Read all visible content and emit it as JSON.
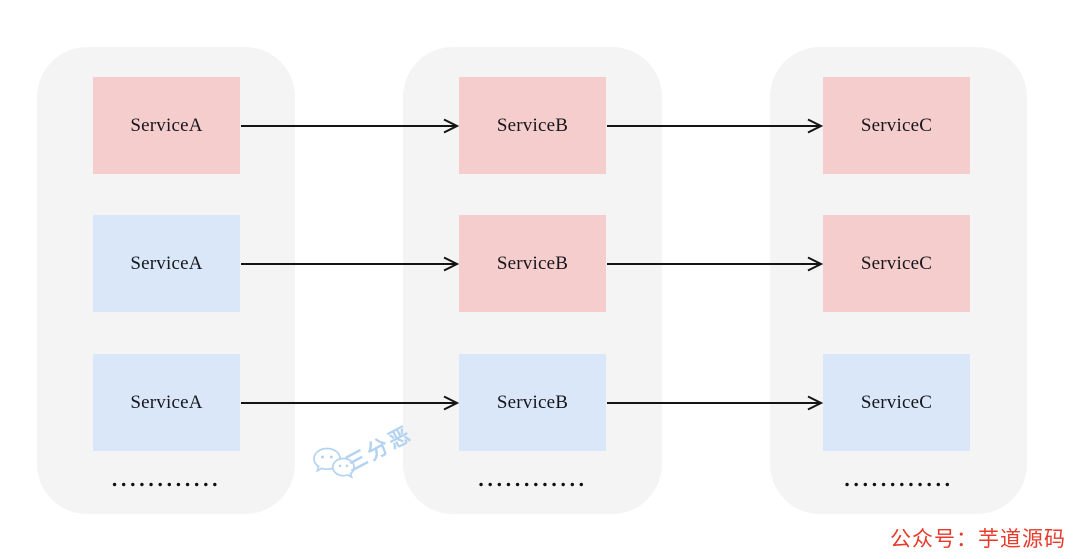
{
  "diagram": {
    "columns": [
      {
        "id": "group-a",
        "ellipsis": "............",
        "rows": [
          {
            "label": "ServiceA",
            "color": "pink"
          },
          {
            "label": "ServiceA",
            "color": "blue"
          },
          {
            "label": "ServiceA",
            "color": "blue"
          }
        ]
      },
      {
        "id": "group-b",
        "ellipsis": "............",
        "rows": [
          {
            "label": "ServiceB",
            "color": "pink"
          },
          {
            "label": "ServiceB",
            "color": "pink"
          },
          {
            "label": "ServiceB",
            "color": "blue"
          }
        ]
      },
      {
        "id": "group-c",
        "ellipsis": "............",
        "rows": [
          {
            "label": "ServiceC",
            "color": "pink"
          },
          {
            "label": "ServiceC",
            "color": "pink"
          },
          {
            "label": "ServiceC",
            "color": "blue"
          }
        ]
      }
    ],
    "colors": {
      "pink": "#f5cdcc",
      "blue": "#d9e7f8",
      "container": "#f4f4f5",
      "arrow": "#141414"
    }
  },
  "watermark": {
    "text": "三分恶",
    "icon": "wechat-icon",
    "color": "#b3d3f1"
  },
  "footer": {
    "label": "公众号：芋道源码",
    "color": "#e8392b"
  }
}
